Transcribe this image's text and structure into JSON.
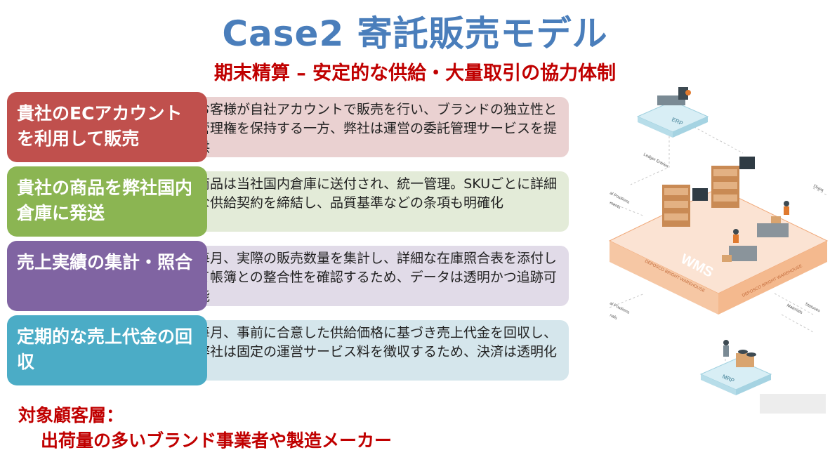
{
  "title": "Case2 寄託販売モデル",
  "subtitle": "期末精算 – 安定的な供給・大量取引の協力体制",
  "rows": [
    {
      "label": "貴社のECアカウントを利用して販売",
      "desc": "お客様が自社アカウントで販売を行い、ブランドの独立性と管理権を保持する一方、弊社は運営の委託管理サービスを提供"
    },
    {
      "label": "貴社の商品を弊社国内倉庫に発送",
      "desc": "商品は当社国内倉庫に送付され、統一管理。SKUごとに詳細な供給契約を締結し、品質基準などの条項も明確化"
    },
    {
      "label": "売上実績の集計・照合",
      "desc": "毎月、実際の販売数量を集計し、詳細な在庫照合表を添付して帳簿との整合性を確認するため、データは透明かつ追跡可能"
    },
    {
      "label": "定期的な売上代金の回収",
      "desc": "毎月、事前に合意した供給価格に基づき売上代金を回収し、弊社は固定の運営サービス料を徴収するため、決済は透明化"
    }
  ],
  "target": {
    "line1": "対象顧客層：",
    "line2": "出荷量の多いブランド事業者や製造メーカー"
  },
  "diagram": {
    "erp": "ERP",
    "wms": "WMS",
    "mrp": "MRP",
    "ledger": "Ledger Entries",
    "positions1": "al Positions",
    "positions2": "ments",
    "dispatch": "Dispa",
    "positions3": "al Positions",
    "positions4": "nals",
    "materials": "Materials",
    "statuses": "Statuses",
    "rim1": "DEPOSCO BRIGHT WAREHOUSE",
    "rim2": "DEPOSCO BRIGHT WAREHOUSE"
  }
}
